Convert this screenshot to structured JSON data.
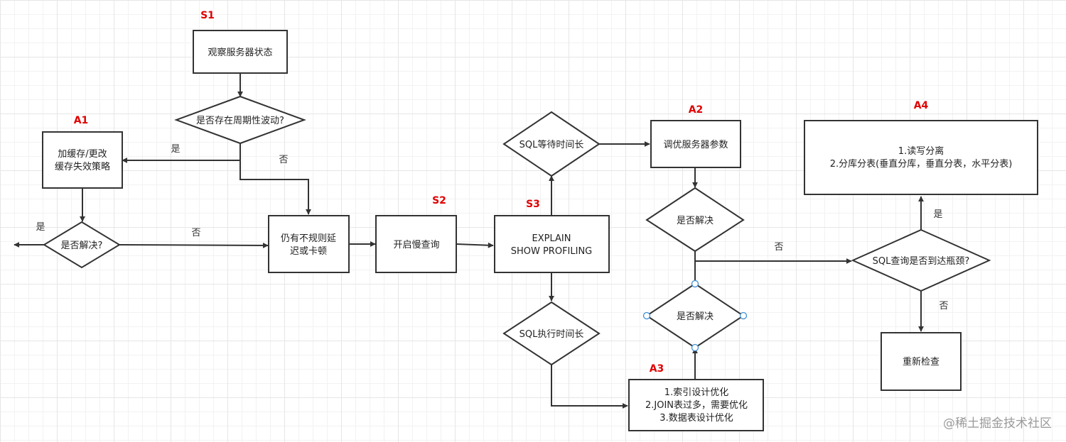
{
  "nodes": {
    "observe": [
      "观察服务器状态"
    ],
    "periodic": [
      "是否存在周期性波动?"
    ],
    "cache": [
      "加缓存/更改",
      "缓存失效策略"
    ],
    "solved1": [
      "是否解决?"
    ],
    "irregular": [
      "仍有不规则延",
      "迟或卡顿"
    ],
    "slowlog": [
      "开启慢查询"
    ],
    "explain": [
      "EXPLAIN",
      "SHOW  PROFILING"
    ],
    "sqlwait": [
      "SQL等待时间长"
    ],
    "sqlexec": [
      "SQL执行时间长"
    ],
    "tune": [
      "调优服务器参数"
    ],
    "solved2": [
      "是否解决"
    ],
    "solved3": [
      "是否解决"
    ],
    "optimize": [
      "1.索引设计优化",
      "2.JOIN表过多，需要优化",
      "3.数据表设计优化"
    ],
    "bottleneck": [
      "SQL查询是否到达瓶颈?"
    ],
    "shard": [
      "1.读写分离",
      "2.分库分表(垂直分库，垂直分表，水平分表)"
    ],
    "recheck": [
      "重新检查"
    ]
  },
  "edge_labels": {
    "periodic_yes": "是",
    "periodic_no": "否",
    "solved1_yes": "是",
    "solved1_no": "否",
    "solved2_no": "否",
    "bottleneck_yes": "是",
    "bottleneck_no": "否"
  },
  "tags": {
    "S1": "S1",
    "S2": "S2",
    "S3": "S3",
    "A1": "A1",
    "A2": "A2",
    "A3": "A3",
    "A4": "A4"
  },
  "watermark": "@稀土掘金技术社区",
  "colors": {
    "stroke": "#333333",
    "tag": "#e00000",
    "handle": "#3d8fd6"
  }
}
